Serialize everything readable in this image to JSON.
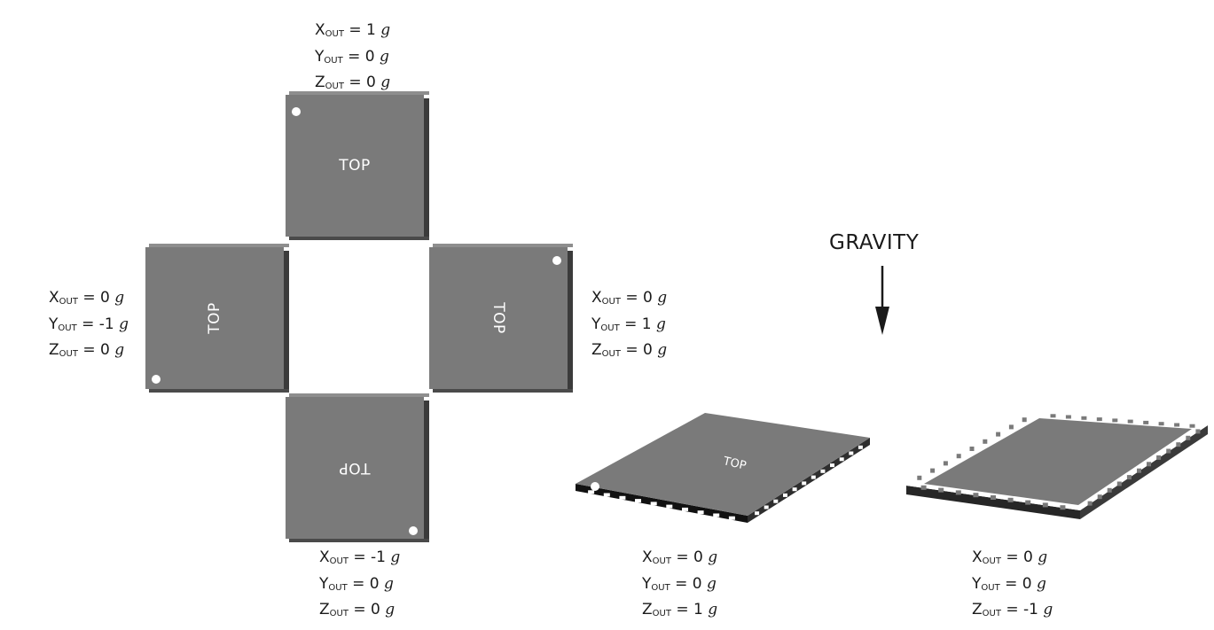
{
  "face_label": "TOP",
  "gravity": {
    "label": "GRAVITY"
  },
  "readouts": {
    "top": {
      "x": "X",
      "y": "Y",
      "z": "Z",
      "sub": "OUT",
      "eq": "=",
      "xv": "1",
      "yv": "0",
      "zv": "0",
      "unit": "g"
    },
    "left": {
      "x": "X",
      "y": "Y",
      "z": "Z",
      "sub": "OUT",
      "eq": "=",
      "xv": "0",
      "yv": "-1",
      "zv": "0",
      "unit": "g"
    },
    "right": {
      "x": "X",
      "y": "Y",
      "z": "Z",
      "sub": "OUT",
      "eq": "=",
      "xv": "0",
      "yv": "1",
      "zv": "0",
      "unit": "g"
    },
    "bottom": {
      "x": "X",
      "y": "Y",
      "z": "Z",
      "sub": "OUT",
      "eq": "=",
      "xv": "-1",
      "yv": "0",
      "zv": "0",
      "unit": "g"
    },
    "faceup": {
      "x": "X",
      "y": "Y",
      "z": "Z",
      "sub": "OUT",
      "eq": "=",
      "xv": "0",
      "yv": "0",
      "zv": "1",
      "unit": "g"
    },
    "facedown": {
      "x": "X",
      "y": "Y",
      "z": "Z",
      "sub": "OUT",
      "eq": "=",
      "xv": "0",
      "yv": "0",
      "zv": "-1",
      "unit": "g"
    }
  },
  "colors": {
    "chip_face": "#7a7a7a",
    "chip_side": "#3b3b3b",
    "pad": "#ffffff",
    "text": "#1a1a1a"
  }
}
